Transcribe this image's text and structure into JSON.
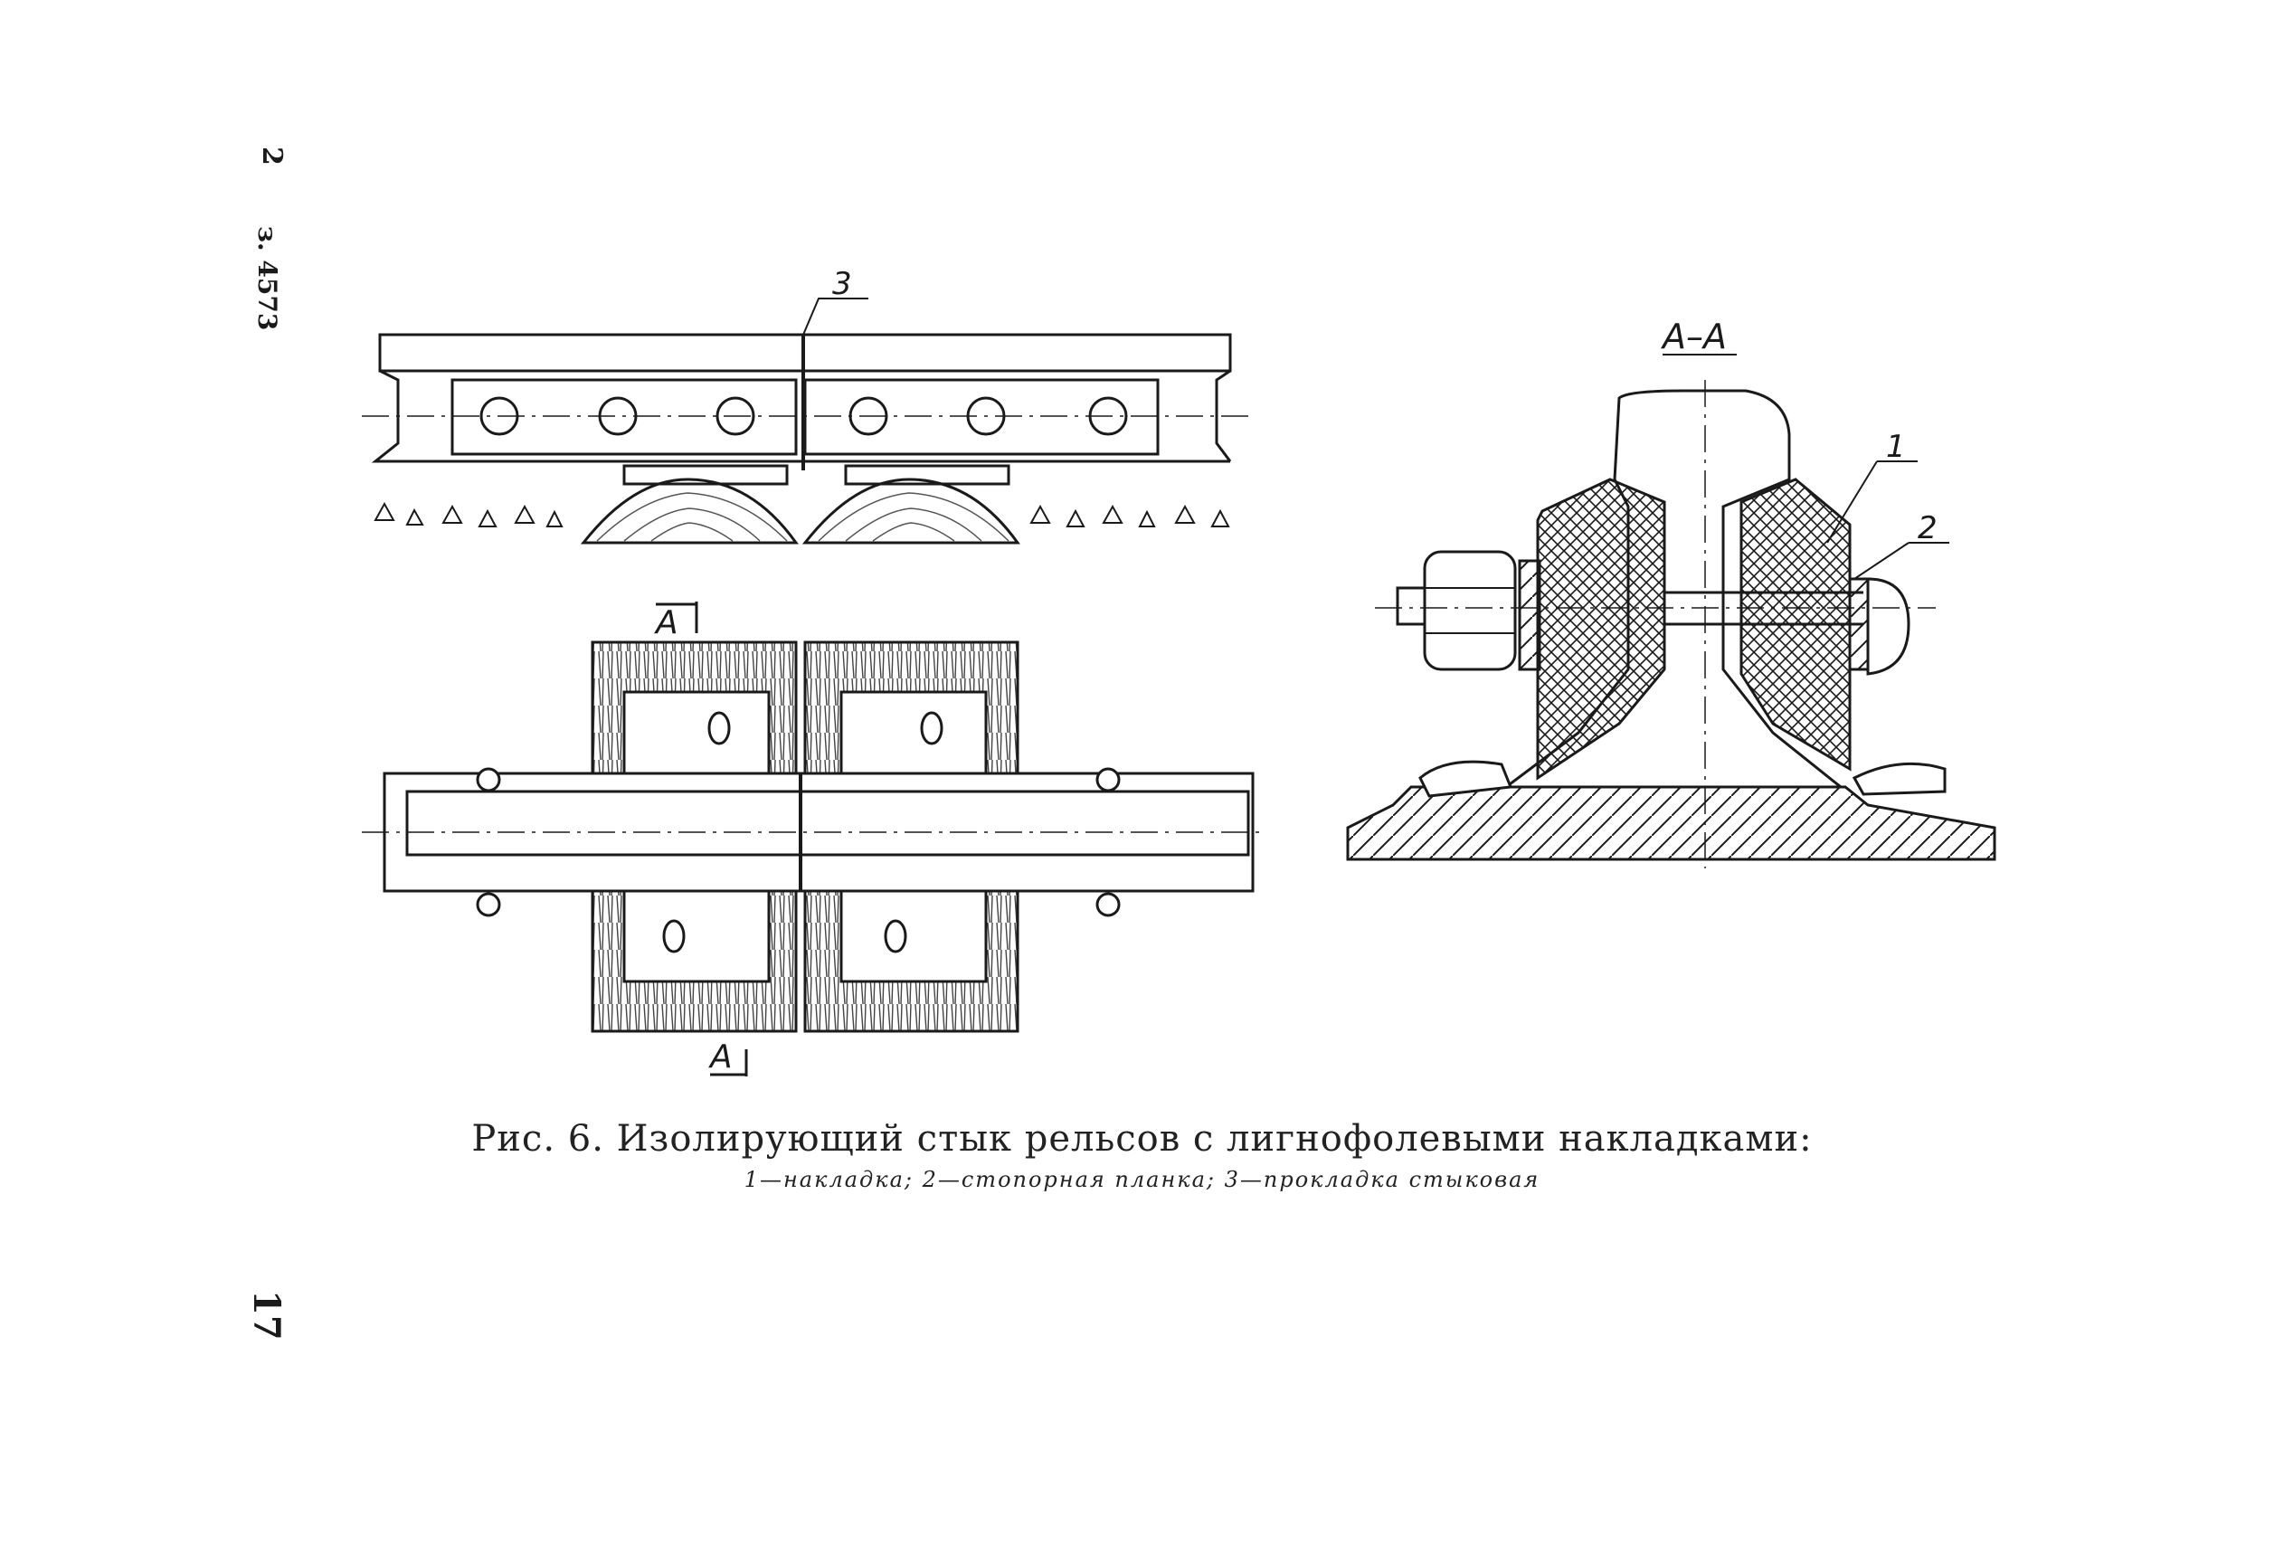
{
  "margin": {
    "sheet_number": "2",
    "order_number": "з. 4573",
    "page_number": "17"
  },
  "figure": {
    "callouts": {
      "one": "1",
      "two": "2",
      "three": "3"
    },
    "section_marker": "А",
    "section_title": "А–А"
  },
  "caption": {
    "title": "Рис. 6. Изолирующий стык рельсов с лигнофолевыми накладками:",
    "legend": "1—накладка; 2—стопорная планка; 3—прокладка стыковая"
  },
  "colors": {
    "ink": "#1a1a1a",
    "paper": "#ffffff",
    "wood_line": "#555555"
  }
}
